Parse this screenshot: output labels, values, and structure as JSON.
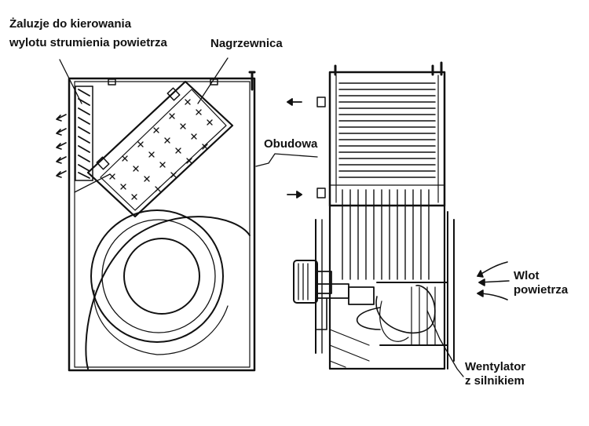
{
  "labels": {
    "louvers": {
      "line1": "Żaluzje do kierowania",
      "line2": "wylotu strumienia powietrza"
    },
    "heater": "Nagrzewnica",
    "housing": "Obudowa",
    "inlet": {
      "line1": "Wlot",
      "line2": "powietrza"
    },
    "fan": {
      "line1": "Wentylator",
      "line2": "z silnikiem"
    }
  },
  "colors": {
    "ink": "#111111",
    "background": "#ffffff"
  }
}
